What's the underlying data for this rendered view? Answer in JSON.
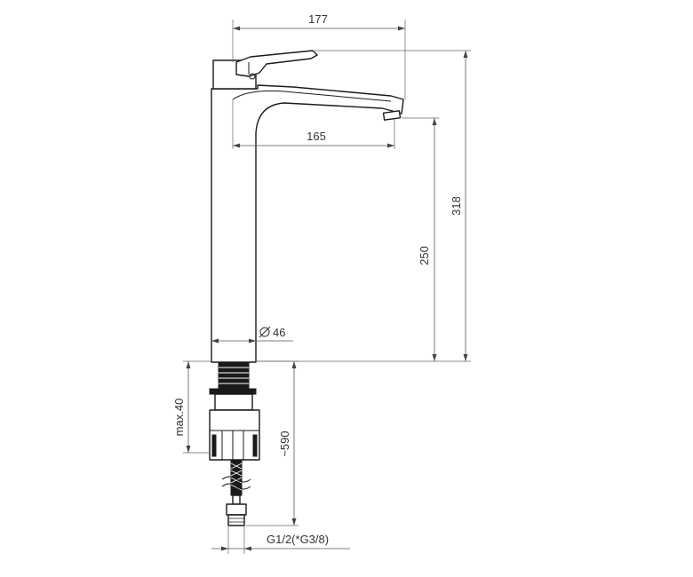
{
  "dimensions": {
    "total_reach": "177",
    "spout_reach": "165",
    "total_height": "318",
    "spout_height": "250",
    "body_diameter": "46",
    "max_deck_thickness": "max.40",
    "hose_length": "~590",
    "connection_thread": "G1/2(*G3/8)"
  },
  "symbols": {
    "diameter": "diameter-symbol"
  }
}
